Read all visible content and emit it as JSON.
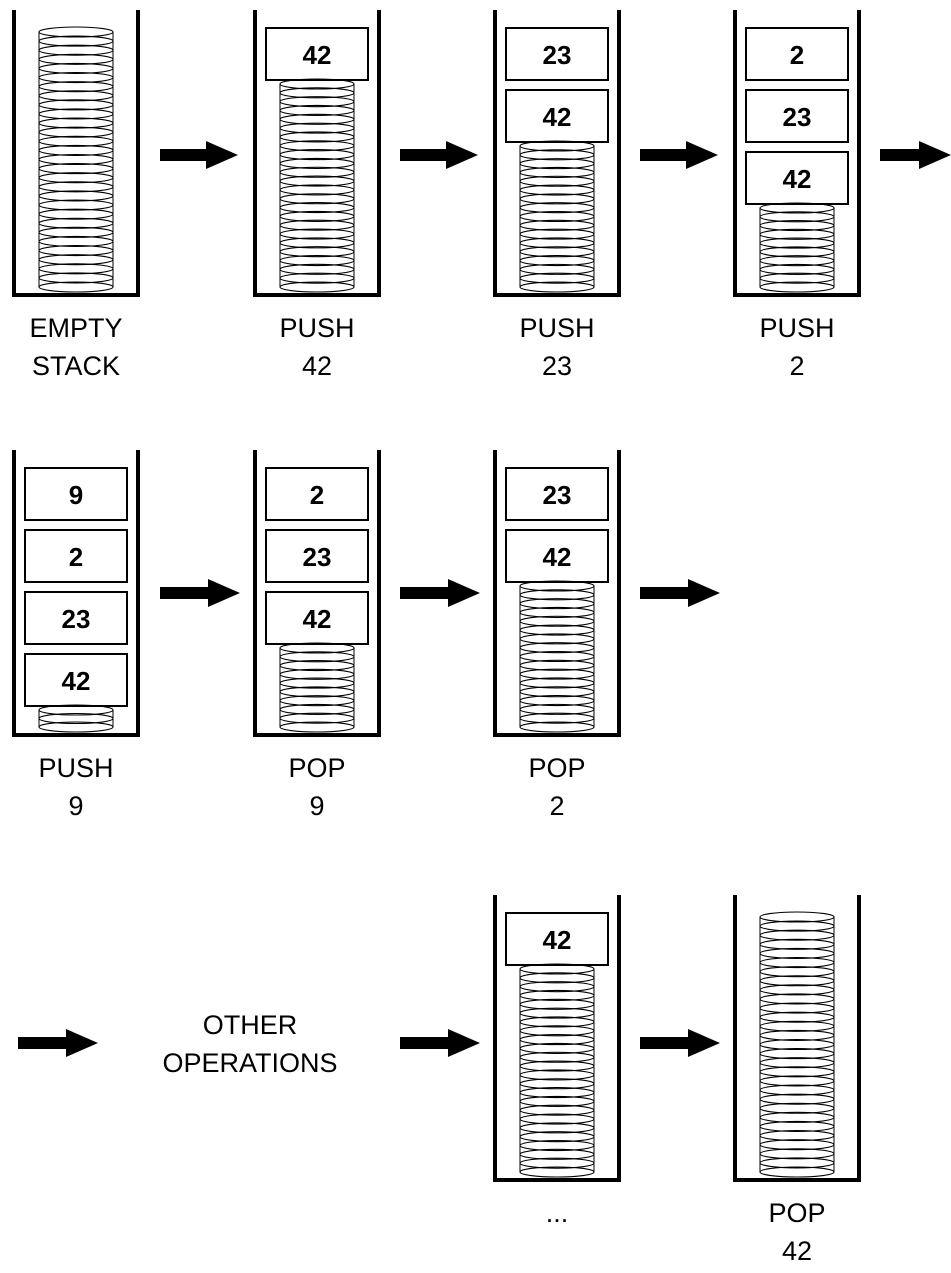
{
  "diagram": {
    "stages": [
      {
        "id": "s1",
        "label": [
          "EMPTY",
          "STACK"
        ],
        "items": []
      },
      {
        "id": "s2",
        "label": [
          "PUSH",
          "42"
        ],
        "items": [
          "42"
        ]
      },
      {
        "id": "s3",
        "label": [
          "PUSH",
          "23"
        ],
        "items": [
          "23",
          "42"
        ]
      },
      {
        "id": "s4",
        "label": [
          "PUSH",
          "2"
        ],
        "items": [
          "2",
          "23",
          "42"
        ]
      },
      {
        "id": "s5",
        "label": [
          "PUSH",
          "9"
        ],
        "items": [
          "9",
          "2",
          "23",
          "42"
        ]
      },
      {
        "id": "s6",
        "label": [
          "POP",
          "9"
        ],
        "items": [
          "2",
          "23",
          "42"
        ]
      },
      {
        "id": "s7",
        "label": [
          "POP",
          "2"
        ],
        "items": [
          "23",
          "42"
        ]
      },
      {
        "id": "s8",
        "label": [
          "..."
        ],
        "items": [
          "42"
        ]
      },
      {
        "id": "s9",
        "label": [
          "POP",
          "42"
        ],
        "items": []
      }
    ],
    "other_operations": [
      "OTHER",
      "OPERATIONS"
    ],
    "colors": {
      "ink": "#000000",
      "background": "#ffffff"
    }
  }
}
